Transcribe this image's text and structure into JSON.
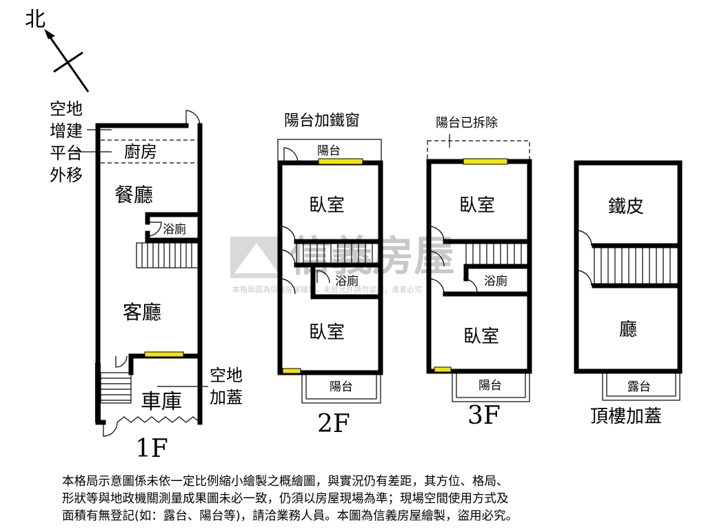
{
  "compass": {
    "label": "北"
  },
  "watermark": {
    "brand": "信義房屋",
    "notice": "本格局圖為信義房屋繪製，未經允許請勿盜用，違者必究"
  },
  "floors": {
    "f1": {
      "title": "1F",
      "rooms": {
        "kitchen": "廚房",
        "dining": "餐廳",
        "bath": "浴廁",
        "living": "客廳",
        "garage": "車庫"
      },
      "notes": {
        "vacant_a": "空地",
        "extension": "增建",
        "platform": "平台",
        "moved_out": "外移",
        "vacant_b": "空地",
        "covered": "加蓋"
      }
    },
    "f2": {
      "title": "2F",
      "note": "陽台加鐵窗",
      "rooms": {
        "balcony_top": "陽台",
        "bedroom_top": "臥室",
        "bath": "浴廁",
        "bedroom_bottom": "臥室",
        "balcony_bottom": "陽台"
      }
    },
    "f3": {
      "title": "3F",
      "note": "陽台已拆除",
      "rooms": {
        "bedroom_top": "臥室",
        "bath": "浴廁",
        "bedroom_bottom": "臥室",
        "balcony_bottom": "陽台"
      }
    },
    "roof": {
      "title": "頂樓加蓋",
      "rooms": {
        "iron": "鐵皮",
        "hall": "廳",
        "terrace": "露台"
      }
    }
  },
  "disclaimer": {
    "line1": "本格局示意圖係未依一定比例縮小繪製之概繪圖，與實況仍有差距，其方位、格局、",
    "line2": "形狀等與地政機關測量成果圖未必一致，仍須以房屋現場為準；現場空間使用方式及",
    "line3": "面積有無登記(如：露台、陽台等)，請洽業務人員。本圖為信義房屋繪製，盜用必究。"
  }
}
